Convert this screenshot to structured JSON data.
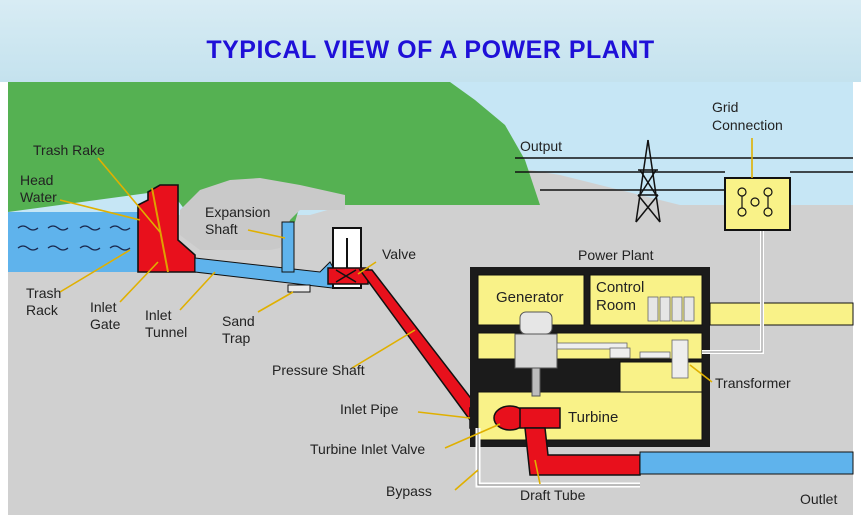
{
  "title": "TYPICAL VIEW OF A POWER PLANT",
  "colors": {
    "ground": "#d0d0d0",
    "hill": "#55b152",
    "sky": "#c6e6f5",
    "water": "#5fb3ec",
    "penstock": "#e8101c",
    "building": "#f9f288",
    "outline": "#111111"
  },
  "labels": {
    "trash_rake": "Trash Rake",
    "head_water_1": "Head",
    "head_water_2": "Water",
    "expansion_shaft_1": "Expansion",
    "expansion_shaft_2": "Shaft",
    "trash_rack_1": "Trash",
    "trash_rack_2": "Rack",
    "inlet_gate_1": "Inlet",
    "inlet_gate_2": "Gate",
    "inlet_tunnel_1": "Inlet",
    "inlet_tunnel_2": "Tunnel",
    "sand_trap_1": "Sand",
    "sand_trap_2": "Trap",
    "valve": "Valve",
    "output": "Output",
    "grid_connection_1": "Grid",
    "grid_connection_2": "Connection",
    "power_plant": "Power Plant",
    "generator": "Generator",
    "control_room_1": "Control",
    "control_room_2": "Room",
    "transformer": "Transformer",
    "pressure_shaft": "Pressure Shaft",
    "inlet_pipe": "Inlet Pipe",
    "turbine": "Turbine",
    "turbine_inlet_valve": "Turbine Inlet Valve",
    "bypass": "Bypass",
    "draft_tube": "Draft Tube",
    "outlet": "Outlet"
  }
}
